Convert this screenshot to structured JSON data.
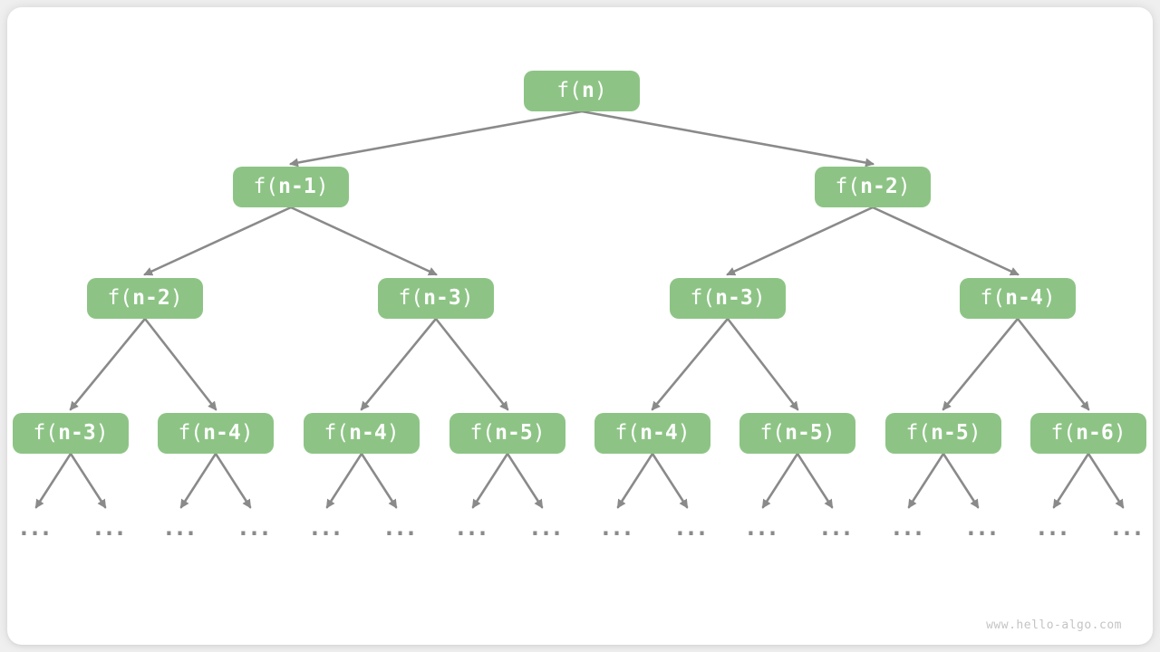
{
  "figure": {
    "watermark": "www.hello-algo.com"
  },
  "colors": {
    "page_background": "#EFEFEF",
    "card_background": "#FFFFFF",
    "node_fill": "#8DC485",
    "node_text": "#FFFFFF",
    "edge": "#8A8A8A",
    "ellipsis": "#8A8A8A",
    "watermark_text": "#C4C4C4"
  },
  "labels": {
    "fn_open": "f(",
    "fn_close": ")",
    "ellipsis": "..."
  },
  "tree": {
    "root": {
      "arg": "n"
    },
    "level2": [
      {
        "arg": "n-1"
      },
      {
        "arg": "n-2"
      }
    ],
    "level3": [
      {
        "arg": "n-2"
      },
      {
        "arg": "n-3"
      },
      {
        "arg": "n-3"
      },
      {
        "arg": "n-4"
      }
    ],
    "level4": [
      {
        "arg": "n-3"
      },
      {
        "arg": "n-4"
      },
      {
        "arg": "n-4"
      },
      {
        "arg": "n-5"
      },
      {
        "arg": "n-4"
      },
      {
        "arg": "n-5"
      },
      {
        "arg": "n-5"
      },
      {
        "arg": "n-6"
      }
    ]
  }
}
